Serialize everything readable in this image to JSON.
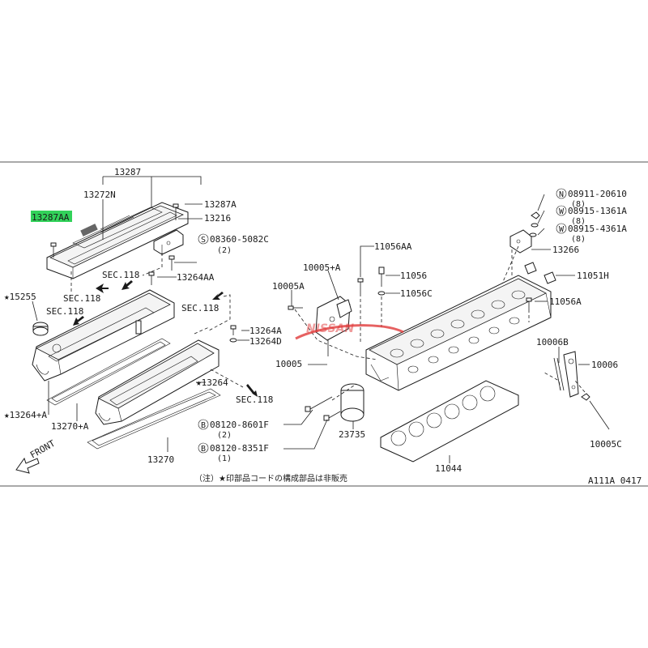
{
  "highlight_color": "#32d25a",
  "watermark_color": "#e03a3a",
  "labels": {
    "p13287": "13287",
    "p13272N": "13272N",
    "p13287A": "13287A",
    "p13287AA": "13287AA",
    "p13216": "13216",
    "s08360": "08360-5082C",
    "s08360_qty": "(2)",
    "s08360_prefix": "S",
    "sec118_a": "SEC.118",
    "sec118_b": "SEC.118",
    "sec118_c": "SEC.118",
    "sec118_d": "SEC.118",
    "sec118_e": "SEC.118",
    "p13264AA": "13264AA",
    "p15255": "★15255",
    "p13264A": "13264A",
    "p13264D": "13264D",
    "p13264": "★13264",
    "p13264plusA": "★13264+A",
    "p13270plusA": "13270+A",
    "p13270": "13270",
    "front": "FRONT",
    "b8601": "08120-8601F",
    "b8601_qty": "(2)",
    "b8351": "08120-8351F",
    "b8351_qty": "(1)",
    "b_prefix": "B",
    "p10005A": "10005A",
    "p10005plusA": "10005+A",
    "p10005": "10005",
    "p11056AA": "11056AA",
    "p11056": "11056",
    "p11056C": "11056C",
    "p23735": "23735",
    "p11044": "11044",
    "n08911": "08911-20610",
    "n08911_qty": "(8)",
    "n_prefix": "N",
    "w1361": "08915-1361A",
    "w1361_qty": "(8)",
    "w4361": "08915-4361A",
    "w4361_qty": "(8)",
    "w_prefix": "W",
    "p13266": "13266",
    "p11051H": "11051H",
    "p11056A": "11056A",
    "p10006B": "10006B",
    "p10006": "10006",
    "p10005C": "10005C",
    "footnote": "（注）★印部品コードの構成部品は非販売",
    "drawing_code": "A111A 0417",
    "watermark": "NISSAN"
  },
  "icons": [
    "front-arrow-icon",
    "sec-arrow-icon",
    "circle-prefix-icon"
  ]
}
